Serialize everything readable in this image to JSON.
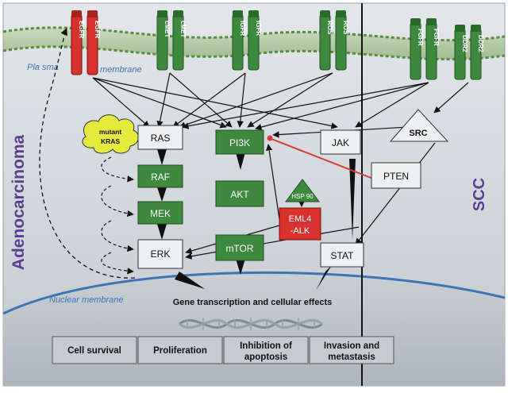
{
  "labels": {
    "plasma_membrane_1": "Pla sma",
    "plasma_membrane_2": "membrane",
    "nuclear_membrane": "Nuclear membrane",
    "adenocarcinoma": "Adenocarcinoma",
    "scc": "SCC",
    "gene_transcription": "Gene transcription and cellular effects"
  },
  "receptors": {
    "egfr": "EGFR",
    "cmet": "cMET",
    "igfr": "IGFR",
    "ros": "ROS",
    "fgfr": "FGFR",
    "ddr2": "DDR2"
  },
  "nodes": {
    "ras": "RAS",
    "raf": "RAF",
    "mek": "MEK",
    "erk": "ERK",
    "pi3k": "PI3K",
    "akt": "AKT",
    "mtor": "mTOR",
    "jak": "JAK",
    "stat": "STAT",
    "pten": "PTEN",
    "src": "SRC",
    "hsp90": "HSP 90",
    "eml4_alk_1": "EML4",
    "eml4_alk_2": "-ALK",
    "mutant_kras_1": "mutant",
    "mutant_kras_2": "KRAS"
  },
  "effects": {
    "cell_survival": "Cell survival",
    "proliferation": "Proliferation",
    "inhibition_1": "Inhibition of",
    "inhibition_2": "apoptosis",
    "invasion_1": "Invasion and",
    "invasion_2": "metastasis"
  },
  "colors": {
    "egfr_red": "#d9322e",
    "pathway_green": "#3d8a3f",
    "membrane_green": "#7aa85a",
    "cytoplasm": "#cdd3d8",
    "nucleus": "#bac2c9",
    "nuclear_membrane_blue": "#3f74b4",
    "label_purple": "#5a3e92",
    "inhibition_red": "#d43b3b"
  }
}
